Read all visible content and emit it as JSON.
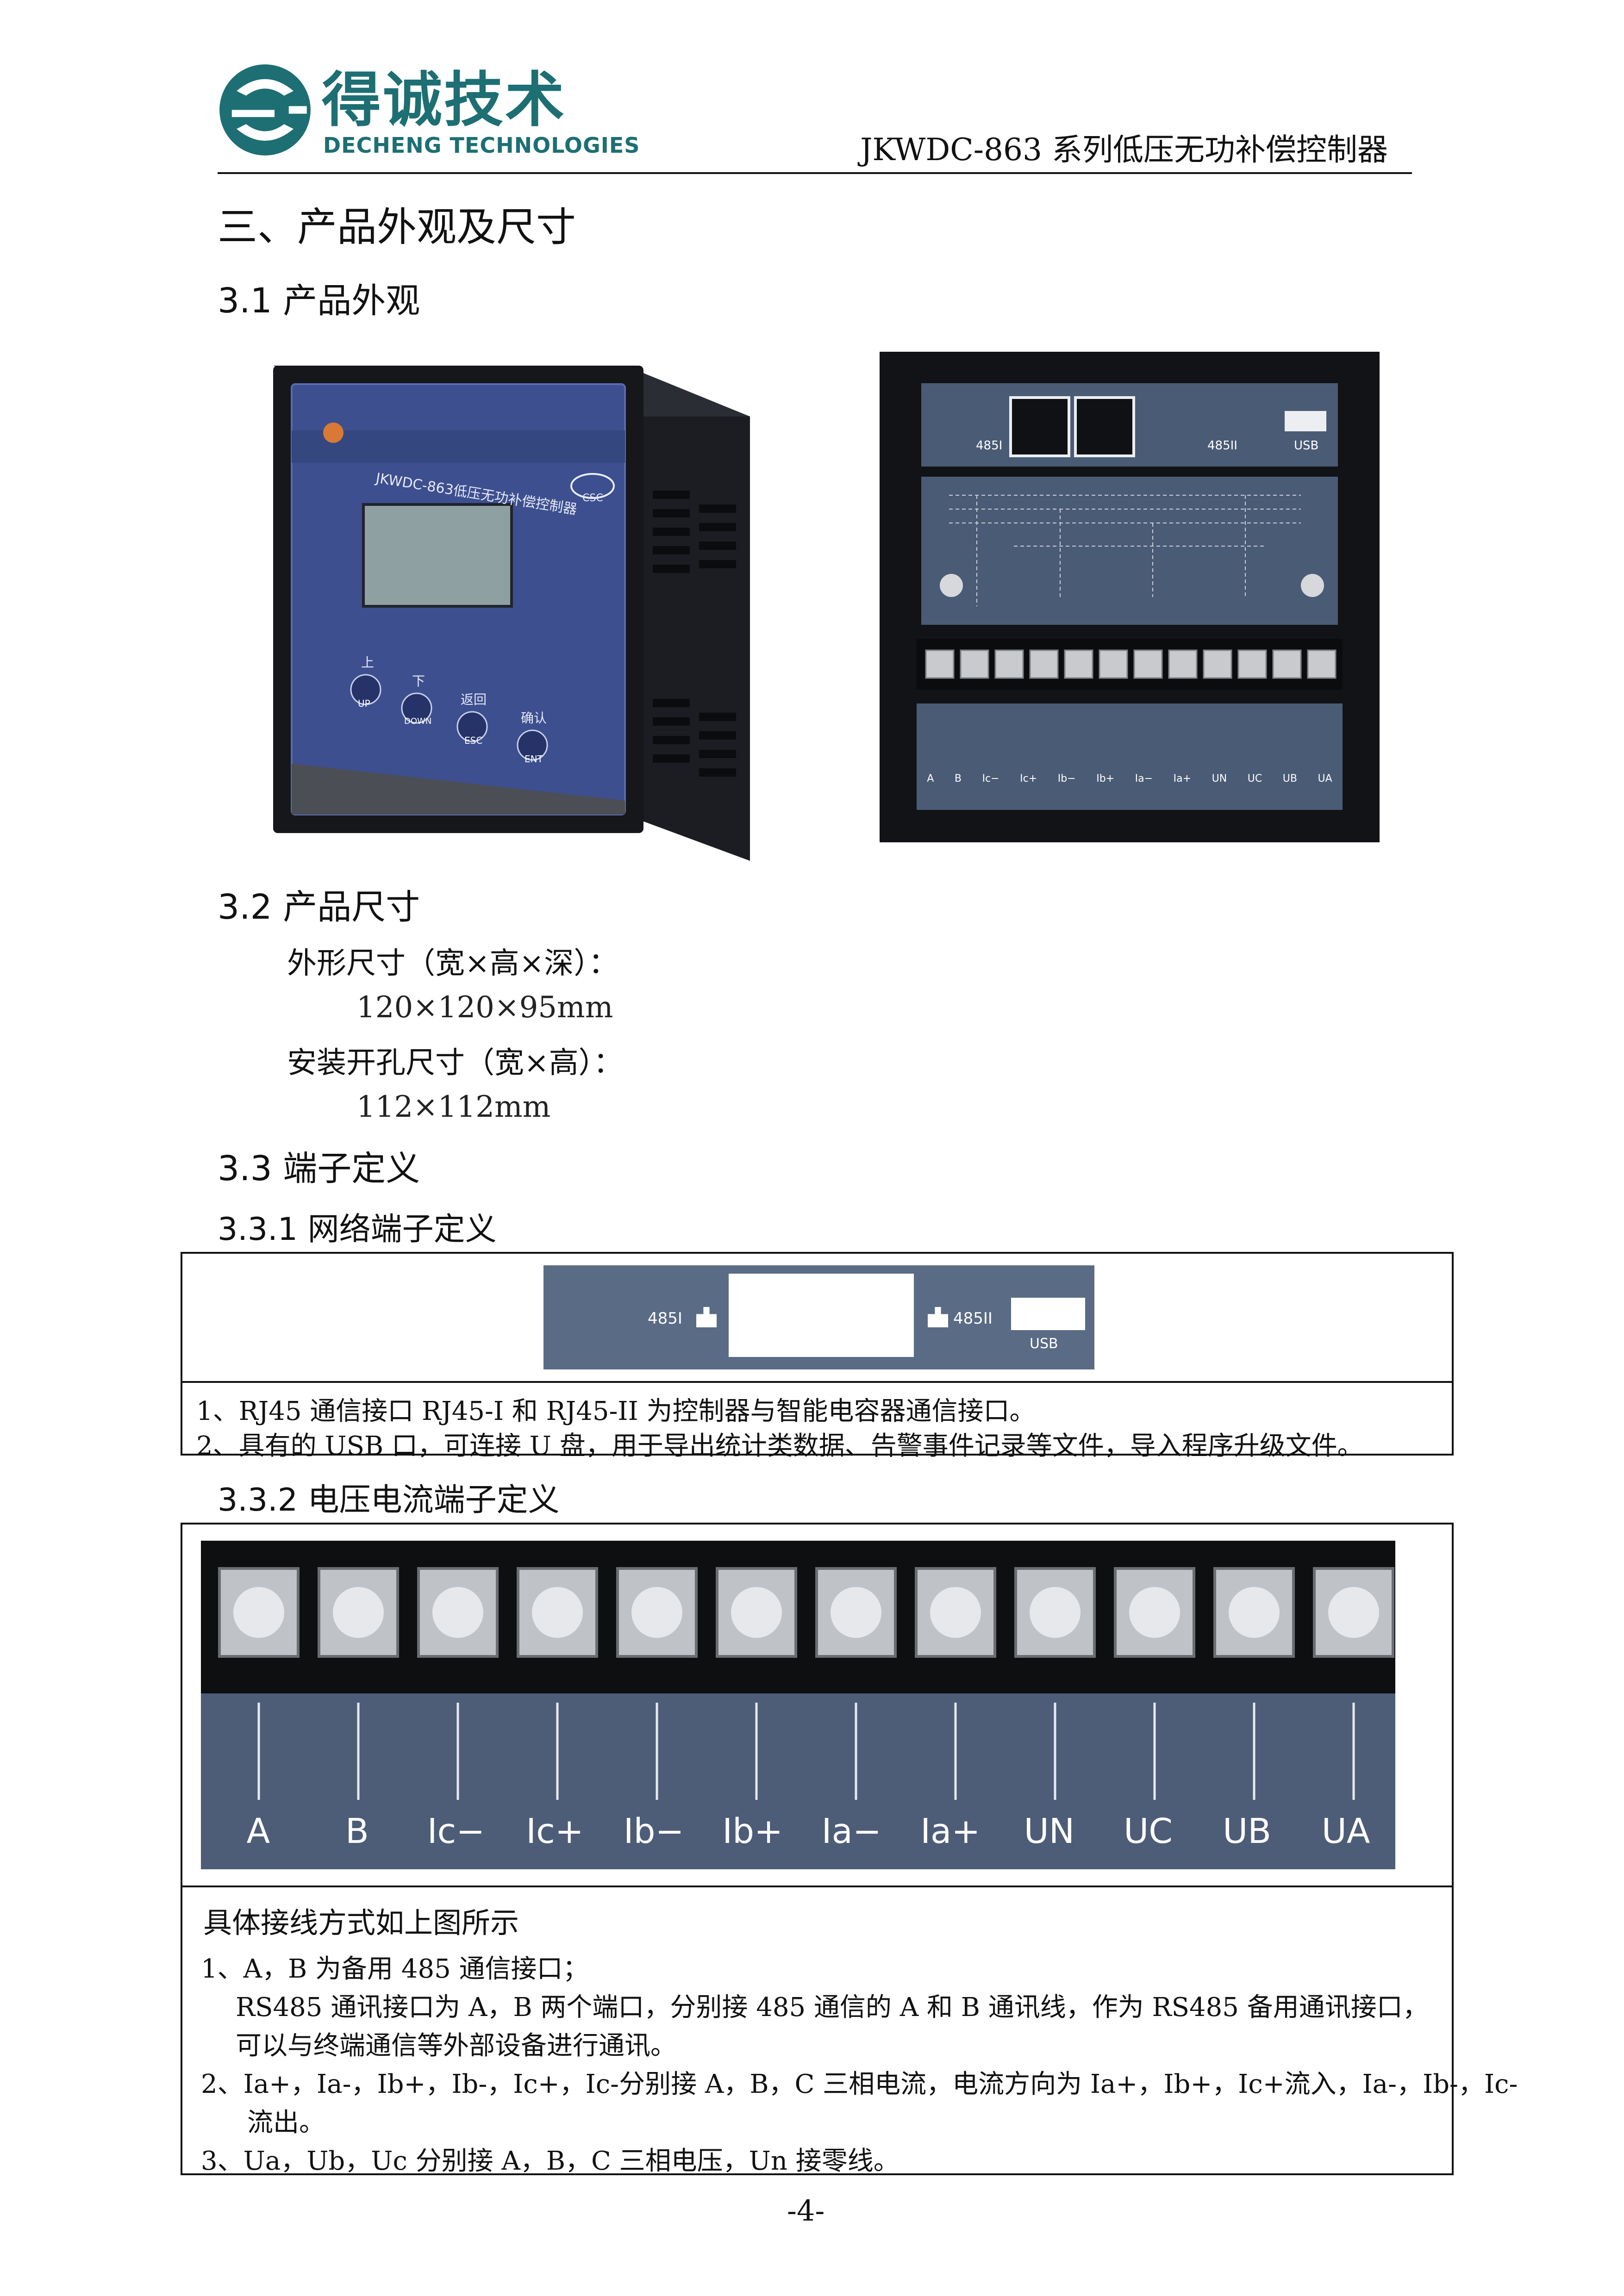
{
  "header": {
    "brand_cn": "得诚技术",
    "brand_en": "DECHENG TECHNOLOGIES",
    "doc_title": "JKWDC-863 系列低压无功补偿控制器",
    "accent": "#1d6f73"
  },
  "section3": {
    "title": "三、产品外观及尺寸",
    "s31": {
      "title": "3.1 产品外观"
    },
    "front_panel": {
      "model_text": "JKWDC-863低压无功补偿控制器",
      "brand_badge": "CSC",
      "buttons": [
        {
          "cn": "上",
          "en": "UP"
        },
        {
          "cn": "下",
          "en": "DOWN"
        },
        {
          "cn": "返回",
          "en": "ESC"
        },
        {
          "cn": "确认",
          "en": "ENT"
        }
      ]
    },
    "rear_panel": {
      "port_labels": [
        "485I",
        "485II",
        "USB"
      ],
      "terminals": [
        "A",
        "B",
        "Ic−",
        "Ic+",
        "Ib−",
        "Ib+",
        "Ia−",
        "Ia+",
        "UN",
        "UC",
        "UB",
        "UA"
      ]
    },
    "s32": {
      "title": "3.2 产品尺寸",
      "outline_label": "外形尺寸（宽×高×深）：",
      "outline_value": "120×120×95mm",
      "cutout_label": "安装开孔尺寸（宽×高）：",
      "cutout_value": "112×112mm"
    },
    "s33": {
      "title": "3.3 端子定义",
      "s331": {
        "title": "3.3.1 网络端子定义",
        "strip_labels": {
          "left": "485I",
          "right": "485II",
          "usb": "USB"
        },
        "lines": [
          "1、RJ45 通信接口 RJ45-I 和 RJ45-II 为控制器与智能电容器通信接口。",
          "2、具有的 USB 口，可连接 U 盘，用于导出统计类数据、告警事件记录等文件，导入程序升级文件。"
        ]
      },
      "s332": {
        "title": "3.3.2 电压电流端子定义",
        "terminals": [
          "A",
          "B",
          "Ic−",
          "Ic+",
          "Ib−",
          "Ib+",
          "Ia−",
          "Ia+",
          "UN",
          "UC",
          "UB",
          "UA"
        ],
        "heading": "具体接线方式如上图所示",
        "lines": [
          "1、A，B 为备用 485 通信接口；",
          "RS485 通讯接口为 A，B 两个端口，分别接 485 通信的 A 和 B 通讯线，作为 RS485 备用通讯接口，",
          "可以与终端通信等外部设备进行通讯。",
          "2、Ia+，Ia-，Ib+，Ib-，Ic+，Ic-分别接 A，B，C 三相电流，电流方向为 Ia+，Ib+，Ic+流入，Ia-，Ib-，Ic-",
          "流出。",
          "3、Ua，Ub，Uc 分别接 A，B，C 三相电压，Un 接零线。"
        ]
      }
    }
  },
  "footer": {
    "page": "-4-"
  }
}
